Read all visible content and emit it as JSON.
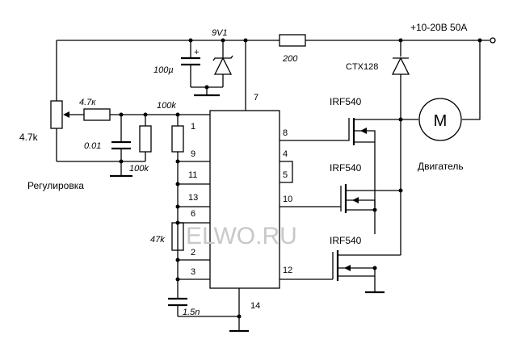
{
  "labels": {
    "supply": "+10-20В 50A",
    "zener_voltage": "9V1",
    "cap_100u": "100µ",
    "res_200": "200",
    "diode": "CTX128",
    "mosfet_1": "IRF540",
    "mosfet_2": "IRF540",
    "mosfet_3": "IRF540",
    "motor": "Двигатель",
    "motor_symbol": "M",
    "pot": "4.7k",
    "pot_label": "Регулировка",
    "res_4k7": "4.7к",
    "cap_001": "0.01",
    "res_100k_a": "100k",
    "res_100k_b": "100k",
    "res_47k": "47k",
    "cap_1n5": "1.5n",
    "watermark": "ELWO.RU"
  },
  "pins": {
    "p1": "1",
    "p2": "2",
    "p3": "3",
    "p4": "4",
    "p5": "5",
    "p6": "6",
    "p7": "7",
    "p8": "8",
    "p9": "9",
    "p10": "10",
    "p11": "11",
    "p12": "12",
    "p13": "13",
    "p14": "14"
  }
}
